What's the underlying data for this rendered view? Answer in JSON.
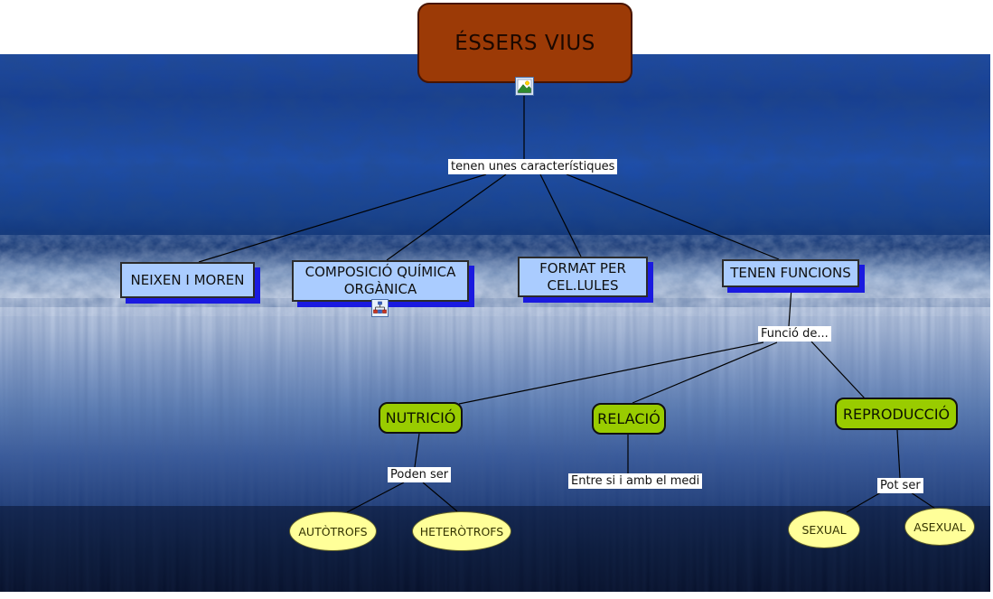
{
  "colors": {
    "root_fill": "#9c3a06",
    "characteristic_fill": "#aaccff",
    "characteristic_shadow": "#1a1ae0",
    "function_fill": "#99cc00",
    "leaf_fill": "#ffff99",
    "link_label_bg": "#ffffff",
    "line": "#000000"
  },
  "root": {
    "label": "ÉSSERS VIUS",
    "icon": "image-icon"
  },
  "labels": {
    "characteristics": "tenen unes característiques",
    "funcio": "Funció de..."
  },
  "characteristics": [
    {
      "label": "NEIXEN I MOREN"
    },
    {
      "label": "COMPOSICIÓ QUÍMICA ORGÀNICA",
      "icon": "hierarchy-icon"
    },
    {
      "label": "FORMAT PER CEL.LULES"
    },
    {
      "label": "TENEN FUNCIONS"
    }
  ],
  "functions": [
    {
      "label": "NUTRICIÓ",
      "sublabel": "Poden ser",
      "children": [
        "AUTÒTROFS",
        "HETERÒTROFS"
      ]
    },
    {
      "label": "RELACIÓ",
      "sublabel": "Entre si i amb el medi",
      "children": []
    },
    {
      "label": "REPRODUCCIÓ",
      "sublabel": "Pot ser",
      "children": [
        "SEXUAL",
        "ASEXUAL"
      ]
    }
  ]
}
